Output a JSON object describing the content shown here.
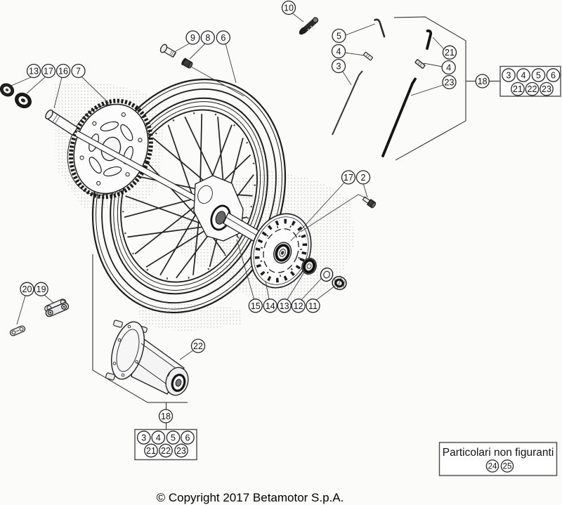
{
  "diagram": {
    "title_hidden": "",
    "copyright": "© Copyright 2017 Betamotor S.p.A.",
    "colors": {
      "ink": "#1c1c1c",
      "background": "#fbfbfa",
      "halftone": "#8c8c8c"
    },
    "not_shown_box": {
      "title": "Particolari non figuranti",
      "items": [
        "24",
        "25"
      ]
    },
    "parts_group_box_right": {
      "linked_callout": "18",
      "items": [
        "3",
        "4",
        "5",
        "6",
        "21",
        "22",
        "23"
      ]
    },
    "parts_group_box_bottom": {
      "linked_callout": "18",
      "items": [
        "3",
        "4",
        "5",
        "6",
        "21",
        "22",
        "23"
      ]
    },
    "callouts": [
      {
        "id": "13-left",
        "label": "13"
      },
      {
        "id": "17-left",
        "label": "17"
      },
      {
        "id": "16",
        "label": "16"
      },
      {
        "id": "7",
        "label": "7"
      },
      {
        "id": "9",
        "label": "9"
      },
      {
        "id": "8",
        "label": "8"
      },
      {
        "id": "6",
        "label": "6"
      },
      {
        "id": "10",
        "label": "10"
      },
      {
        "id": "5",
        "label": "5"
      },
      {
        "id": "4-upper",
        "label": "4"
      },
      {
        "id": "3",
        "label": "3"
      },
      {
        "id": "21",
        "label": "21"
      },
      {
        "id": "4-right",
        "label": "4"
      },
      {
        "id": "23",
        "label": "23"
      },
      {
        "id": "18-right",
        "label": "18"
      },
      {
        "id": "17-mid",
        "label": "17"
      },
      {
        "id": "2",
        "label": "2"
      },
      {
        "id": "15",
        "label": "15"
      },
      {
        "id": "14",
        "label": "14"
      },
      {
        "id": "13-mid",
        "label": "13"
      },
      {
        "id": "12",
        "label": "12"
      },
      {
        "id": "11",
        "label": "11"
      },
      {
        "id": "20",
        "label": "20"
      },
      {
        "id": "19",
        "label": "19"
      },
      {
        "id": "22",
        "label": "22"
      },
      {
        "id": "18-bottom",
        "label": "18"
      }
    ]
  }
}
